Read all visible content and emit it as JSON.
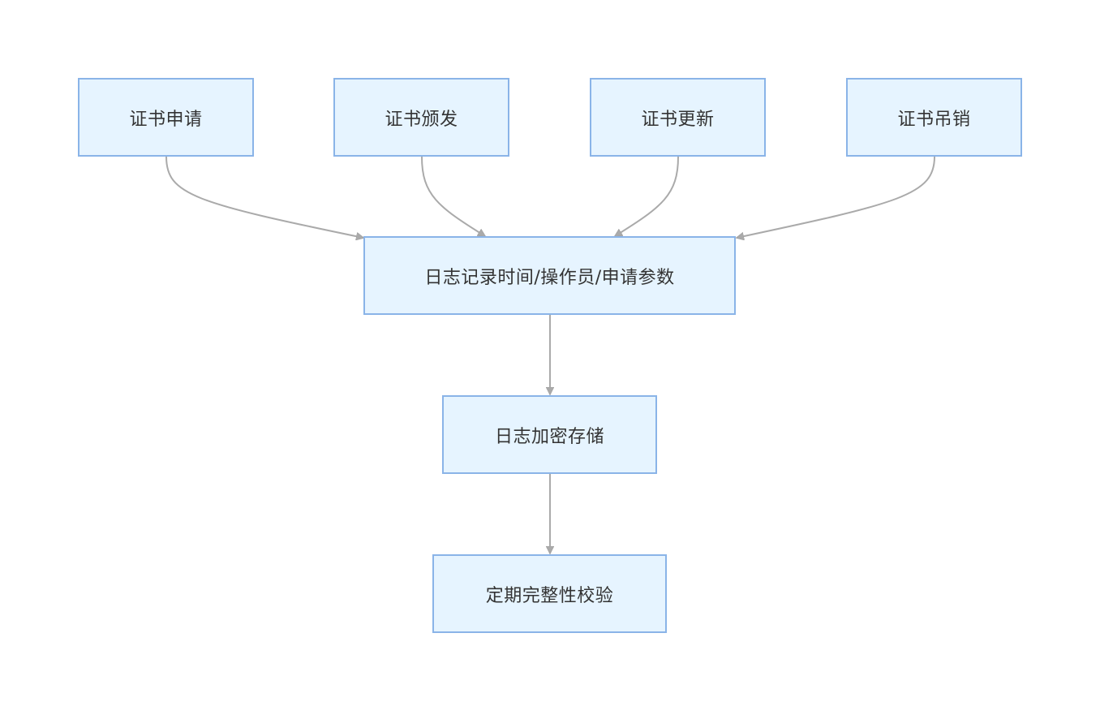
{
  "nodes": {
    "cert_apply": "证书申请",
    "cert_issue": "证书颁发",
    "cert_renew": "证书更新",
    "cert_revoke": "证书吊销",
    "log_record": "日志记录时间/操作员/申请参数",
    "log_encrypt": "日志加密存储",
    "integrity_check": "定期完整性校验"
  },
  "edges": [
    {
      "from": "cert_apply",
      "to": "log_record"
    },
    {
      "from": "cert_issue",
      "to": "log_record"
    },
    {
      "from": "cert_renew",
      "to": "log_record"
    },
    {
      "from": "cert_revoke",
      "to": "log_record"
    },
    {
      "from": "log_record",
      "to": "log_encrypt"
    },
    {
      "from": "log_encrypt",
      "to": "integrity_check"
    }
  ],
  "colors": {
    "node_fill": "#e6f4ff",
    "node_border": "#8ab4e8",
    "edge": "#aaaaaa",
    "text": "#333333"
  }
}
